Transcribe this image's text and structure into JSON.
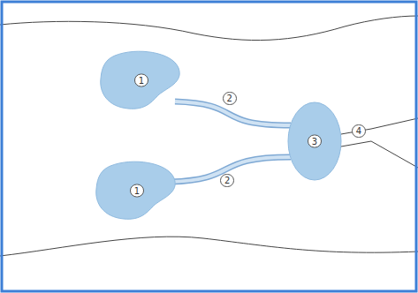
{
  "diagram": {
    "nodes": [
      {
        "text": [
          "1"
        ]
      },
      {
        "text": [
          "1"
        ]
      },
      {
        "text": [
          "3"
        ]
      }
    ],
    "edges": [
      {
        "from": 0,
        "to": 2,
        "label": "2",
        "arrow": "none"
      },
      {
        "from": 1,
        "to": 2,
        "label": "2",
        "arrow": "none"
      }
    ],
    "labels": [
      "4"
    ]
  }
}
